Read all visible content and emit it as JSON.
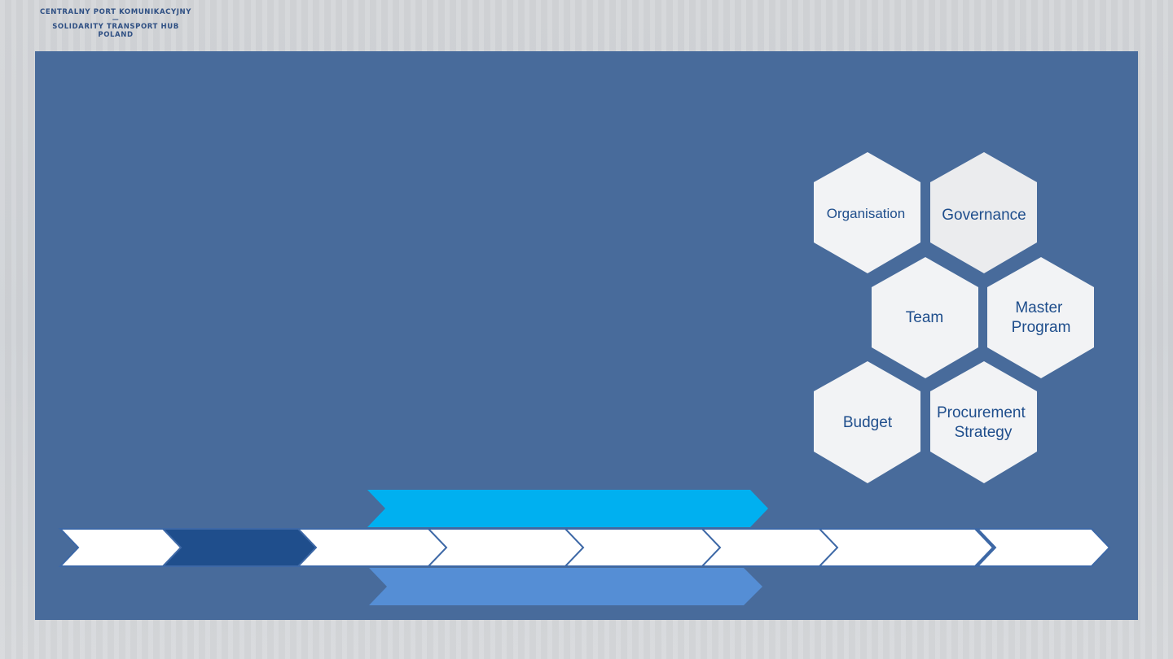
{
  "logo": {
    "line1": "CENTRALNY PORT KOMUNIKACYJNY",
    "dash": "—",
    "line2": "SOLIDARITY TRANSPORT HUB",
    "line3": "POLAND"
  },
  "hexagons": [
    {
      "id": "organisation",
      "lines": [
        "Organisation"
      ]
    },
    {
      "id": "governance",
      "lines": [
        "Governance"
      ]
    },
    {
      "id": "team",
      "lines": [
        "Team"
      ]
    },
    {
      "id": "master-program",
      "lines": [
        "Master",
        "Program"
      ]
    },
    {
      "id": "budget",
      "lines": [
        "Budget"
      ]
    },
    {
      "id": "procurement-strategy",
      "lines": [
        "Procurement",
        "Strategy"
      ]
    }
  ],
  "timeline": {
    "steps": 8,
    "highlighted_step": 2,
    "colors": {
      "step": "#ffffff",
      "step_highlight": "#1f4e8c",
      "upper_band": "#00b0f0",
      "lower_band": "#558ed5"
    }
  }
}
